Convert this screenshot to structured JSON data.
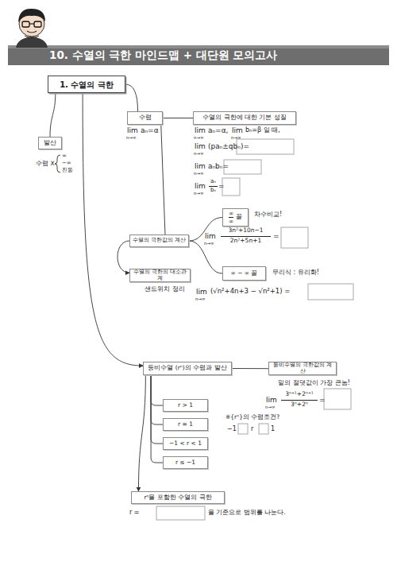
{
  "diagram": {
    "title": "10. 수열의 극한 마인드맵 + 대단원 모의고사",
    "nodes": [
      {
        "text": [
          "1. 수열의 극한"
        ]
      },
      {
        "text": [
          "수렴"
        ]
      },
      {
        "text": [
          "수열의 극한에 대한 기본 성질"
        ]
      },
      {
        "text": [
          "발산"
        ]
      },
      {
        "text": [
          "수열의 극한값의 계산"
        ]
      },
      {
        "text": [
          "∞",
          "∞",
          "꼴"
        ]
      },
      {
        "text": [
          "∞ − ∞ 꼴"
        ]
      },
      {
        "text": [
          "수열의 극한의 대소관계"
        ]
      },
      {
        "text": [
          "등비수열 (rⁿ)의 수렴과 발산"
        ]
      },
      {
        "text": [
          "등비수열의 극한값의 계산"
        ]
      },
      {
        "text": [
          "r > 1"
        ]
      },
      {
        "text": [
          "r = 1"
        ]
      },
      {
        "text": [
          "−1 < r < 1"
        ]
      },
      {
        "text": [
          "r ≤ −1"
        ]
      },
      {
        "text": [
          "rⁿ을 포함한 수열의 극한"
        ]
      }
    ],
    "edges": [
      {
        "from": 0,
        "to": 3,
        "arrow": "none"
      },
      {
        "from": 0,
        "to": 1,
        "arrow": "none"
      },
      {
        "from": 0,
        "to": 8,
        "arrow": "to"
      },
      {
        "from": 1,
        "to": 2,
        "arrow": "none"
      },
      {
        "from": 1,
        "to": 4,
        "arrow": "none"
      },
      {
        "from": 4,
        "to": 5,
        "arrow": "none"
      },
      {
        "from": 4,
        "to": 6,
        "arrow": "none"
      },
      {
        "from": 4,
        "to": 7,
        "arrow": "to"
      },
      {
        "from": 8,
        "to": 9,
        "arrow": "none"
      },
      {
        "from": 8,
        "to": 10,
        "arrow": "none"
      },
      {
        "from": 8,
        "to": 11,
        "arrow": "none"
      },
      {
        "from": 8,
        "to": 12,
        "arrow": "none"
      },
      {
        "from": 8,
        "to": 13,
        "arrow": "none"
      },
      {
        "from": 8,
        "to": 14,
        "arrow": "to"
      }
    ],
    "labels": [
      "lim",
      "n→∞",
      "aₙ=α",
      "lim",
      "n→∞",
      "aₙ=α,",
      "lim",
      "n→∞",
      "bₙ=β 일 때,",
      "lim",
      "n→∞",
      "(paₙ±qbₙ)=",
      "lim",
      "n→∞",
      "aₙbₙ=",
      "lim",
      "n→∞",
      "aₙ",
      "bₙ",
      "=",
      "차수비교!",
      "lim",
      "n→∞",
      "3n²+10n−1",
      "2n²+5n+1",
      "=",
      "무리식 : 유리화!",
      "lim",
      "n→∞",
      "(√n²+4n+3 − √n²+1) =",
      "수렴 X",
      "∞",
      "−∞",
      "진동",
      "샌드위치 정리",
      "밑의 절댓값이 가장 큰놈!",
      "lim",
      "n→∞",
      "3ⁿ⁺¹+2ⁿ⁺¹",
      "3ⁿ+2ⁿ",
      "=",
      "※{rⁿ}의 수렴조건?",
      "−1",
      "r",
      "1",
      "r =",
      "을 기준으로 범위를 나눈다."
    ]
  }
}
